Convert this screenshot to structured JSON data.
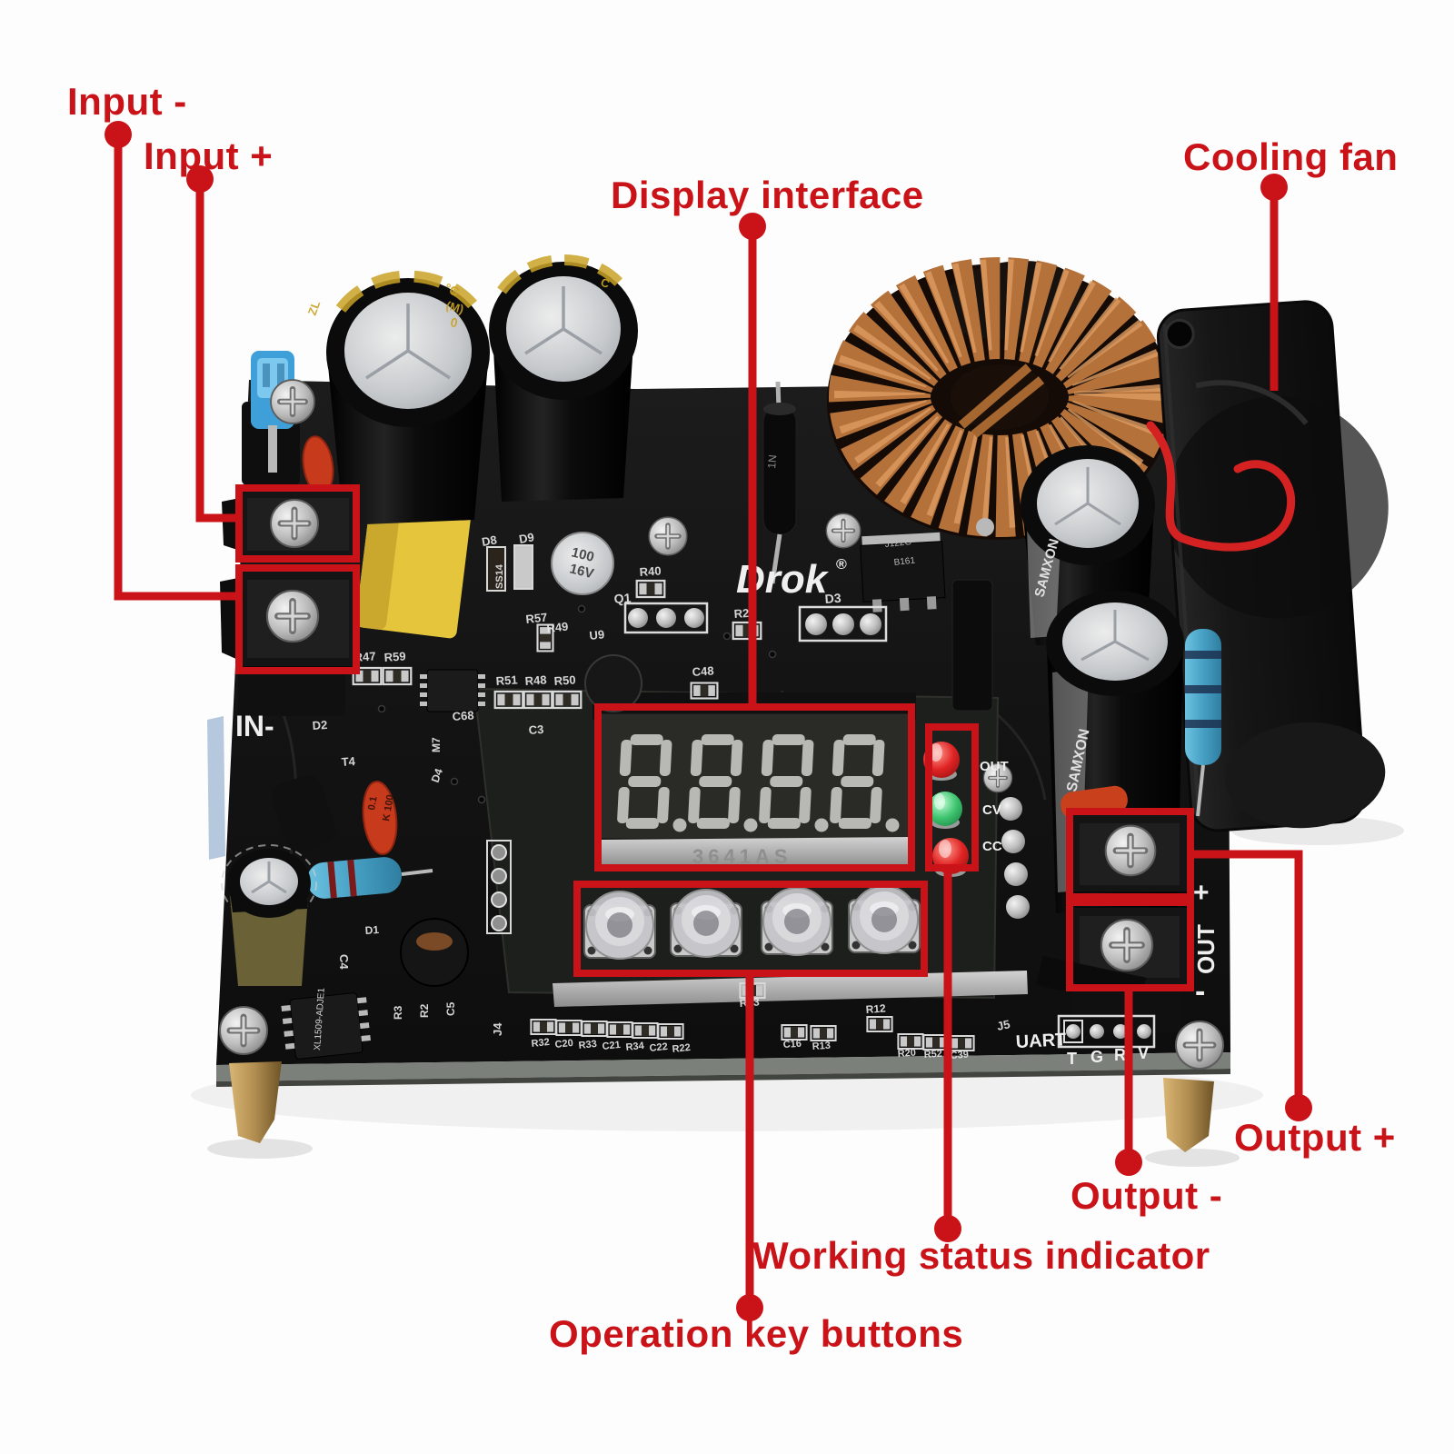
{
  "colors": {
    "annotation_red": "#ca1318",
    "led_red": "#d62424",
    "led_green": "#3ec46f",
    "pcb_black": "#141414",
    "copper_coil": "#b5713a",
    "brass_leg": "#c2a05e"
  },
  "callouts": {
    "input_minus": "Input -",
    "input_plus": "Input +",
    "display_interface": "Display interface",
    "cooling_fan": "Cooling fan",
    "output_plus": "Output +",
    "output_minus": "Output -",
    "working_status": "Working status indicator",
    "operation_keys": "Operation key buttons"
  },
  "board": {
    "brand": "Drok",
    "brand_reg": "®",
    "display_model": "3641AS",
    "leds": [
      {
        "label": "OUT",
        "color": "#d62424"
      },
      {
        "label": "CV",
        "color": "#3ec46f"
      },
      {
        "label": "CC",
        "color": "#d62424"
      }
    ],
    "terminals": {
      "in_silk": "IN-",
      "out_plus": "+",
      "out_word": "OUT",
      "out_minus": "-"
    },
    "uart": {
      "label": "UART",
      "pins": [
        "T",
        "G",
        "R",
        "V"
      ]
    },
    "refs": [
      "R40",
      "Q1",
      "R28",
      "D3",
      "D8",
      "D9",
      "SS14",
      "R57",
      "R49",
      "U9",
      "R51",
      "R48",
      "R50",
      "C3",
      "C48",
      "C68",
      "R47",
      "R59",
      "D2",
      "T4",
      "M7",
      "D4",
      "J4",
      "C4",
      "D1",
      "R3",
      "R2",
      "C5",
      "R32",
      "C20",
      "R33",
      "C21",
      "R34",
      "C22",
      "R22",
      "R23",
      "C16",
      "R13",
      "R12",
      "R20",
      "R52",
      "C39",
      "J5"
    ],
    "markings": {
      "regulator": "XL1509-ADJE1",
      "j122g": "J122G",
      "b161": "B161",
      "diode": "1N",
      "cap_brand": "SAMXON",
      "disc1": "0.1",
      "disc2": "K 100",
      "minicap1": "100",
      "minicap2": "16V"
    },
    "cap_marks": [
      "°C",
      "(M)",
      "0",
      "ZL",
      "C"
    ]
  }
}
